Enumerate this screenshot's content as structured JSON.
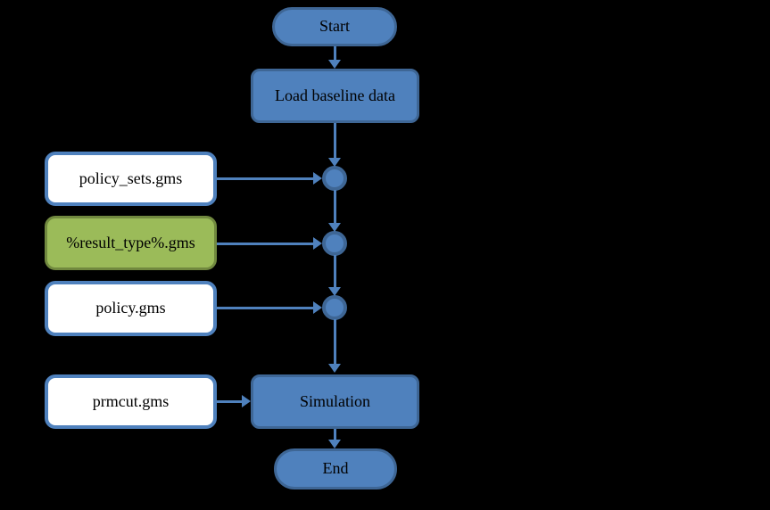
{
  "diagram": {
    "type": "flowchart",
    "background_color": "#000000",
    "text_color": "#000000",
    "palette": {
      "blue_fill": "#4F81BD",
      "blue_border": "#3E6695",
      "green_fill": "#9BBB59",
      "green_border": "#71893F",
      "white_fill": "#FFFFFF",
      "white_box_border": "#4F81BD",
      "arrow_color": "#4F81BD"
    },
    "nodes": {
      "start": {
        "label": "Start",
        "shape": "terminator",
        "fill": "#4F81BD"
      },
      "load_baseline": {
        "label": "Load baseline data",
        "shape": "process",
        "fill": "#4F81BD"
      },
      "policy_sets": {
        "label": "policy_sets.gms",
        "shape": "file-box",
        "fill": "#FFFFFF"
      },
      "result_type": {
        "label": "%result_type%.gms",
        "shape": "file-box",
        "fill": "#9BBB59"
      },
      "policy": {
        "label": "policy.gms",
        "shape": "file-box",
        "fill": "#FFFFFF"
      },
      "prmcut": {
        "label": "prmcut.gms",
        "shape": "file-box",
        "fill": "#FFFFFF"
      },
      "simulation": {
        "label": "Simulation",
        "shape": "process",
        "fill": "#4F81BD"
      },
      "end": {
        "label": "End",
        "shape": "terminator",
        "fill": "#4F81BD"
      }
    },
    "junctions": [
      {
        "id": "junction-1",
        "merges": [
          "load_baseline",
          "policy_sets"
        ]
      },
      {
        "id": "junction-2",
        "merges": [
          "junction-1",
          "result_type"
        ]
      },
      {
        "id": "junction-3",
        "merges": [
          "junction-2",
          "policy"
        ]
      }
    ],
    "edges": [
      {
        "from": "start",
        "to": "load_baseline"
      },
      {
        "from": "load_baseline",
        "to": "junction-1"
      },
      {
        "from": "policy_sets",
        "to": "junction-1"
      },
      {
        "from": "junction-1",
        "to": "junction-2"
      },
      {
        "from": "result_type",
        "to": "junction-2"
      },
      {
        "from": "junction-2",
        "to": "junction-3"
      },
      {
        "from": "policy",
        "to": "junction-3"
      },
      {
        "from": "junction-3",
        "to": "simulation"
      },
      {
        "from": "prmcut",
        "to": "simulation"
      },
      {
        "from": "simulation",
        "to": "end"
      }
    ]
  }
}
